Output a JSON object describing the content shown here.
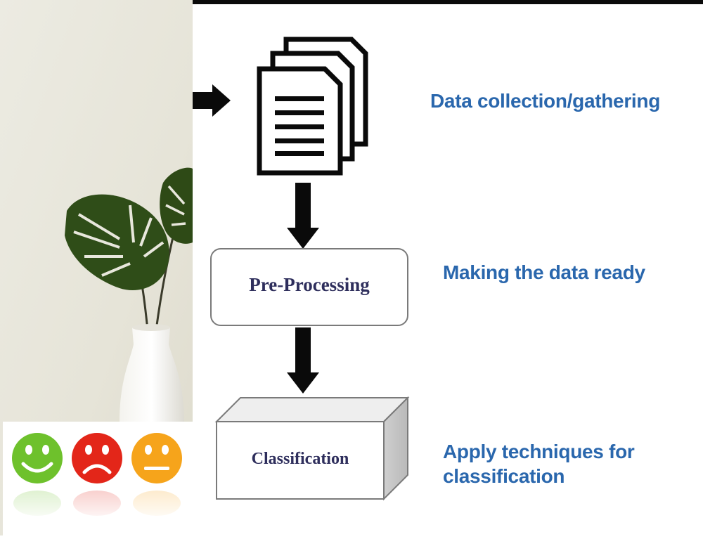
{
  "flow": {
    "steps": [
      {
        "box_label": "",
        "description": "Data collection/gathering"
      },
      {
        "box_label": "Pre-Processing",
        "description": "Making the data ready"
      },
      {
        "box_label": "Classification",
        "description": [
          "Apply techniques for",
          "classification"
        ]
      }
    ]
  },
  "icons": [
    "document-stack-icon",
    "arrow-right-icon",
    "arrow-down-icon",
    "smiley-happy-icon",
    "smiley-sad-icon",
    "smiley-neutral-icon"
  ],
  "colors": {
    "description_text": "#2a67ad",
    "box_text": "#2e2e5c",
    "happy": "#6ec12c",
    "sad": "#e32619",
    "neutral": "#f6a41b",
    "wall": "#e8e7dc",
    "leaf": "#2f4d18"
  }
}
